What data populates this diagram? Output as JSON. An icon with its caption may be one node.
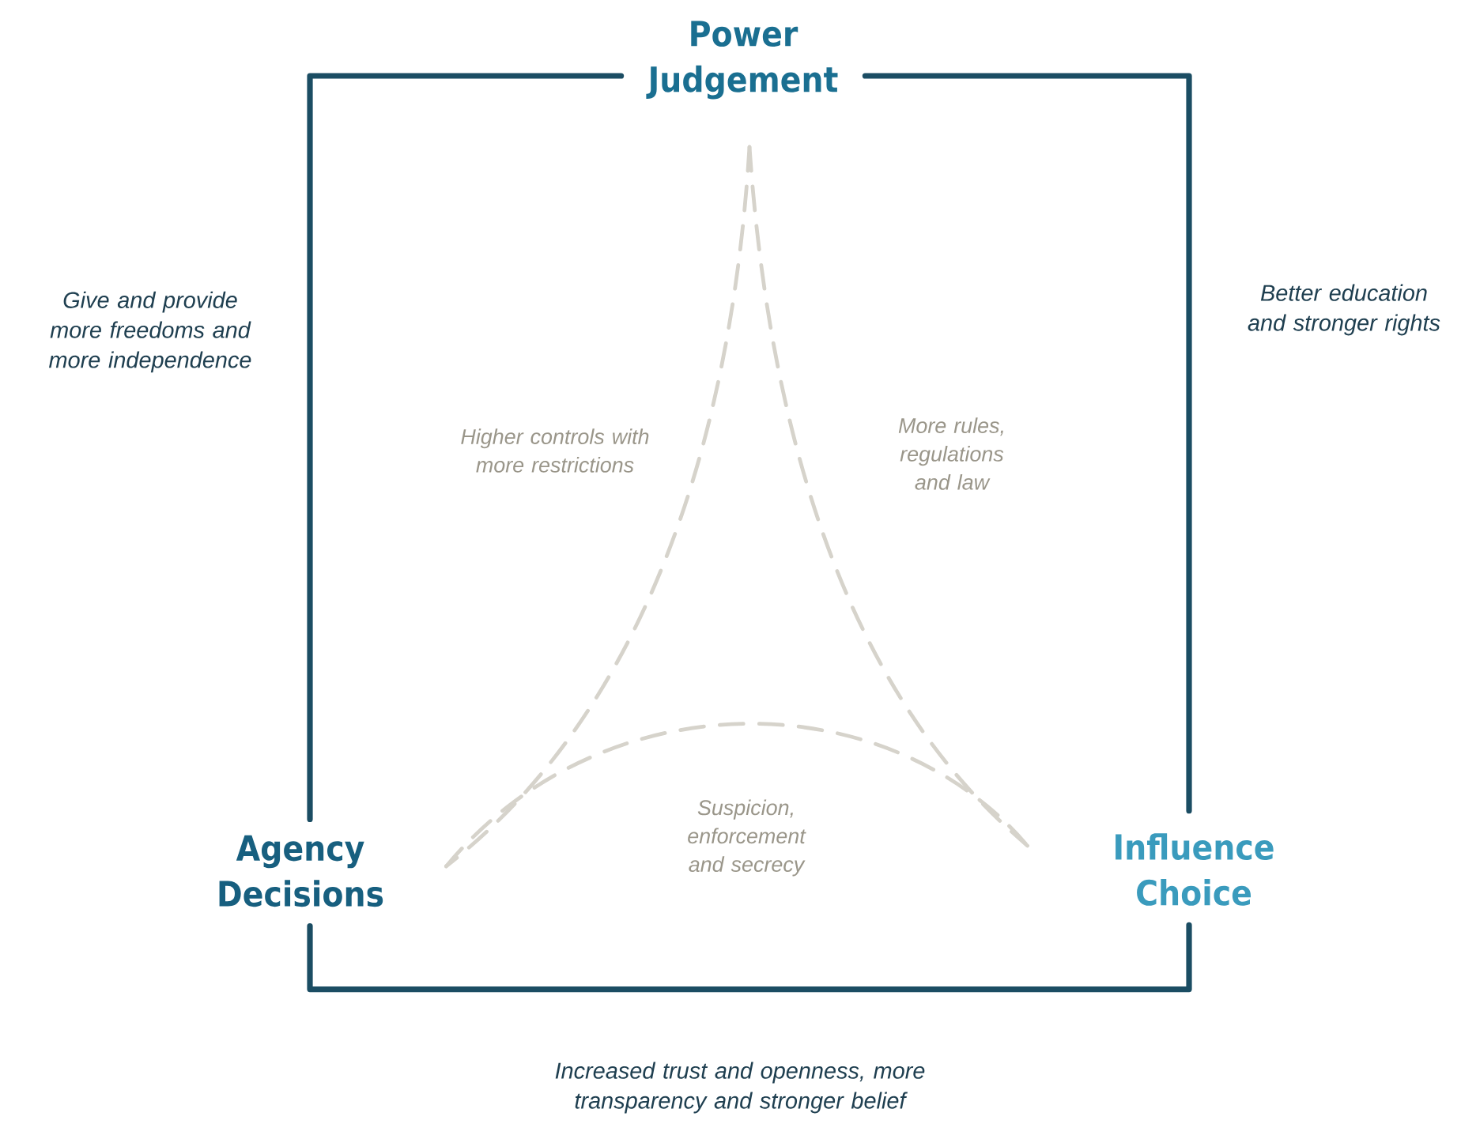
{
  "diagram": {
    "nodes": [
      {
        "text": [
          "Power Judgement"
        ]
      },
      {
        "text": [
          "Agency Decisions"
        ]
      },
      {
        "text": [
          "Influence Choice"
        ]
      }
    ],
    "edges": [
      {
        "from": 1,
        "to": 0,
        "arrow": "none",
        "label": "Give and provide more freedoms and more independence"
      },
      {
        "from": 0,
        "to": 2,
        "arrow": "none",
        "label": "Better education and stronger rights"
      },
      {
        "from": 1,
        "to": 2,
        "arrow": "none",
        "label": "Increased trust and openness, more transparency and stronger belief"
      },
      {
        "from": 0,
        "to": 1,
        "arrow": "none",
        "style": "dashed",
        "color": "#d6d3cb",
        "label": "Higher controls with more restrictions"
      },
      {
        "from": 0,
        "to": 2,
        "arrow": "none",
        "style": "dashed",
        "color": "#d6d3cb",
        "label": "More rules, regulations and law"
      },
      {
        "from": 1,
        "to": 2,
        "arrow": "none",
        "style": "dashed",
        "color": "#d6d3cb",
        "label": "Suspicion, enforcement and secrecy"
      }
    ]
  }
}
